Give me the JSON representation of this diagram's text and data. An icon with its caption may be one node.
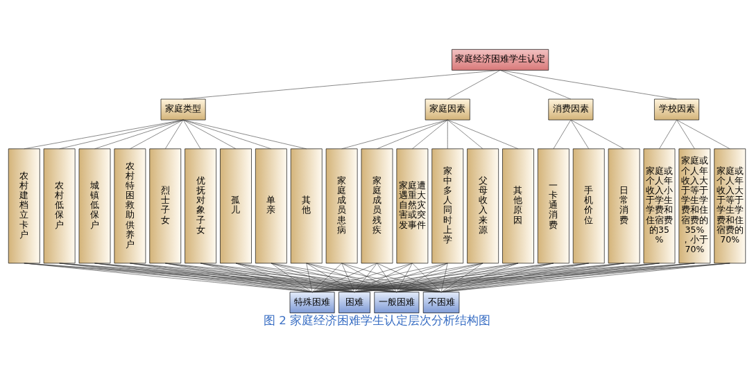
{
  "diagram": {
    "caption": "图 2 家庭经济困难学生认定层次分析结构图",
    "nodes": [
      {
        "text": [
          "家庭经济困难学生认定"
        ]
      },
      {
        "text": [
          "家庭类型"
        ]
      },
      {
        "text": [
          "农村建档立卡户"
        ]
      },
      {
        "text": [
          "农村低保户"
        ]
      },
      {
        "text": [
          "城镇低保户"
        ]
      },
      {
        "text": [
          "农村特困救助供养户"
        ]
      },
      {
        "text": [
          "烈士子女"
        ]
      },
      {
        "text": [
          "优抚对象子女"
        ]
      },
      {
        "text": [
          "孤儿"
        ]
      },
      {
        "text": [
          "单亲"
        ]
      },
      {
        "text": [
          "其他"
        ]
      },
      {
        "text": [
          "家庭因素"
        ]
      },
      {
        "text": [
          "家庭成员患病"
        ]
      },
      {
        "text": [
          "家庭成员残疾"
        ]
      },
      {
        "text": [
          "家庭遭遇重大自然灾害或突发事件"
        ]
      },
      {
        "text": [
          "家中多人同时上学"
        ]
      },
      {
        "text": [
          "父母收入来源"
        ]
      },
      {
        "text": [
          "其他原因"
        ]
      },
      {
        "text": [
          "消费因素"
        ]
      },
      {
        "text": [
          "一卡通消费"
        ]
      },
      {
        "text": [
          "手机价位"
        ]
      },
      {
        "text": [
          "日常消费"
        ]
      },
      {
        "text": [
          "学校因素"
        ]
      },
      {
        "text": [
          "家庭或个人年收入小于学生学费和住宿费的35%"
        ]
      },
      {
        "text": [
          "家庭或个人年收入大于等于学生学费和住宿费的35%，小于70%"
        ]
      },
      {
        "text": [
          "家庭或个人年收入大于等于学生学费和住宿费的70%"
        ]
      },
      {
        "text": [
          "特殊困难"
        ]
      },
      {
        "text": [
          "困难"
        ]
      },
      {
        "text": [
          "一般困难"
        ]
      },
      {
        "text": [
          "不困难"
        ]
      }
    ],
    "edges": [
      {
        "from": 0,
        "to": 1,
        "arrow": "none"
      },
      {
        "from": 0,
        "to": 11,
        "arrow": "none"
      },
      {
        "from": 0,
        "to": 18,
        "arrow": "none"
      },
      {
        "from": 0,
        "to": 22,
        "arrow": "none"
      },
      {
        "from": 1,
        "to": 2,
        "arrow": "none"
      },
      {
        "from": 1,
        "to": 3,
        "arrow": "none"
      },
      {
        "from": 1,
        "to": 4,
        "arrow": "none"
      },
      {
        "from": 1,
        "to": 5,
        "arrow": "none"
      },
      {
        "from": 1,
        "to": 6,
        "arrow": "none"
      },
      {
        "from": 1,
        "to": 7,
        "arrow": "none"
      },
      {
        "from": 1,
        "to": 8,
        "arrow": "none"
      },
      {
        "from": 1,
        "to": 9,
        "arrow": "none"
      },
      {
        "from": 1,
        "to": 10,
        "arrow": "none"
      },
      {
        "from": 11,
        "to": 12,
        "arrow": "none"
      },
      {
        "from": 11,
        "to": 13,
        "arrow": "none"
      },
      {
        "from": 11,
        "to": 14,
        "arrow": "none"
      },
      {
        "from": 11,
        "to": 15,
        "arrow": "none"
      },
      {
        "from": 11,
        "to": 16,
        "arrow": "none"
      },
      {
        "from": 11,
        "to": 17,
        "arrow": "none"
      },
      {
        "from": 18,
        "to": 19,
        "arrow": "none"
      },
      {
        "from": 18,
        "to": 20,
        "arrow": "none"
      },
      {
        "from": 18,
        "to": 21,
        "arrow": "none"
      },
      {
        "from": 22,
        "to": 23,
        "arrow": "none"
      },
      {
        "from": 22,
        "to": 24,
        "arrow": "none"
      },
      {
        "from": 22,
        "to": 25,
        "arrow": "none"
      },
      {
        "from": 2,
        "to": 26,
        "arrow": "none"
      },
      {
        "from": 2,
        "to": 27,
        "arrow": "none"
      },
      {
        "from": 2,
        "to": 28,
        "arrow": "none"
      },
      {
        "from": 2,
        "to": 29,
        "arrow": "none"
      },
      {
        "from": 3,
        "to": 26,
        "arrow": "none"
      },
      {
        "from": 3,
        "to": 27,
        "arrow": "none"
      },
      {
        "from": 3,
        "to": 28,
        "arrow": "none"
      },
      {
        "from": 3,
        "to": 29,
        "arrow": "none"
      },
      {
        "from": 4,
        "to": 26,
        "arrow": "none"
      },
      {
        "from": 4,
        "to": 27,
        "arrow": "none"
      },
      {
        "from": 4,
        "to": 28,
        "arrow": "none"
      },
      {
        "from": 4,
        "to": 29,
        "arrow": "none"
      },
      {
        "from": 5,
        "to": 26,
        "arrow": "none"
      },
      {
        "from": 5,
        "to": 27,
        "arrow": "none"
      },
      {
        "from": 5,
        "to": 28,
        "arrow": "none"
      },
      {
        "from": 5,
        "to": 29,
        "arrow": "none"
      },
      {
        "from": 6,
        "to": 26,
        "arrow": "none"
      },
      {
        "from": 6,
        "to": 27,
        "arrow": "none"
      },
      {
        "from": 6,
        "to": 28,
        "arrow": "none"
      },
      {
        "from": 6,
        "to": 29,
        "arrow": "none"
      },
      {
        "from": 7,
        "to": 26,
        "arrow": "none"
      },
      {
        "from": 7,
        "to": 27,
        "arrow": "none"
      },
      {
        "from": 7,
        "to": 28,
        "arrow": "none"
      },
      {
        "from": 7,
        "to": 29,
        "arrow": "none"
      },
      {
        "from": 8,
        "to": 26,
        "arrow": "none"
      },
      {
        "from": 8,
        "to": 27,
        "arrow": "none"
      },
      {
        "from": 8,
        "to": 28,
        "arrow": "none"
      },
      {
        "from": 8,
        "to": 29,
        "arrow": "none"
      },
      {
        "from": 9,
        "to": 26,
        "arrow": "none"
      },
      {
        "from": 9,
        "to": 27,
        "arrow": "none"
      },
      {
        "from": 9,
        "to": 28,
        "arrow": "none"
      },
      {
        "from": 9,
        "to": 29,
        "arrow": "none"
      },
      {
        "from": 10,
        "to": 26,
        "arrow": "none"
      },
      {
        "from": 10,
        "to": 27,
        "arrow": "none"
      },
      {
        "from": 10,
        "to": 28,
        "arrow": "none"
      },
      {
        "from": 10,
        "to": 29,
        "arrow": "none"
      },
      {
        "from": 12,
        "to": 26,
        "arrow": "none"
      },
      {
        "from": 12,
        "to": 27,
        "arrow": "none"
      },
      {
        "from": 12,
        "to": 28,
        "arrow": "none"
      },
      {
        "from": 12,
        "to": 29,
        "arrow": "none"
      },
      {
        "from": 13,
        "to": 26,
        "arrow": "none"
      },
      {
        "from": 13,
        "to": 27,
        "arrow": "none"
      },
      {
        "from": 13,
        "to": 28,
        "arrow": "none"
      },
      {
        "from": 13,
        "to": 29,
        "arrow": "none"
      },
      {
        "from": 14,
        "to": 26,
        "arrow": "none"
      },
      {
        "from": 14,
        "to": 27,
        "arrow": "none"
      },
      {
        "from": 14,
        "to": 28,
        "arrow": "none"
      },
      {
        "from": 14,
        "to": 29,
        "arrow": "none"
      },
      {
        "from": 15,
        "to": 26,
        "arrow": "none"
      },
      {
        "from": 15,
        "to": 27,
        "arrow": "none"
      },
      {
        "from": 15,
        "to": 28,
        "arrow": "none"
      },
      {
        "from": 15,
        "to": 29,
        "arrow": "none"
      },
      {
        "from": 16,
        "to": 26,
        "arrow": "none"
      },
      {
        "from": 16,
        "to": 27,
        "arrow": "none"
      },
      {
        "from": 16,
        "to": 28,
        "arrow": "none"
      },
      {
        "from": 16,
        "to": 29,
        "arrow": "none"
      },
      {
        "from": 17,
        "to": 26,
        "arrow": "none"
      },
      {
        "from": 17,
        "to": 27,
        "arrow": "none"
      },
      {
        "from": 17,
        "to": 28,
        "arrow": "none"
      },
      {
        "from": 17,
        "to": 29,
        "arrow": "none"
      },
      {
        "from": 19,
        "to": 26,
        "arrow": "none"
      },
      {
        "from": 19,
        "to": 27,
        "arrow": "none"
      },
      {
        "from": 19,
        "to": 28,
        "arrow": "none"
      },
      {
        "from": 19,
        "to": 29,
        "arrow": "none"
      },
      {
        "from": 20,
        "to": 26,
        "arrow": "none"
      },
      {
        "from": 20,
        "to": 27,
        "arrow": "none"
      },
      {
        "from": 20,
        "to": 28,
        "arrow": "none"
      },
      {
        "from": 20,
        "to": 29,
        "arrow": "none"
      },
      {
        "from": 21,
        "to": 26,
        "arrow": "none"
      },
      {
        "from": 21,
        "to": 27,
        "arrow": "none"
      },
      {
        "from": 21,
        "to": 28,
        "arrow": "none"
      },
      {
        "from": 21,
        "to": 29,
        "arrow": "none"
      },
      {
        "from": 23,
        "to": 26,
        "arrow": "none"
      },
      {
        "from": 23,
        "to": 27,
        "arrow": "none"
      },
      {
        "from": 23,
        "to": 28,
        "arrow": "none"
      },
      {
        "from": 23,
        "to": 29,
        "arrow": "none"
      },
      {
        "from": 24,
        "to": 26,
        "arrow": "none"
      },
      {
        "from": 24,
        "to": 27,
        "arrow": "none"
      },
      {
        "from": 24,
        "to": 28,
        "arrow": "none"
      },
      {
        "from": 24,
        "to": 29,
        "arrow": "none"
      },
      {
        "from": 25,
        "to": 26,
        "arrow": "none"
      },
      {
        "from": 25,
        "to": 27,
        "arrow": "none"
      },
      {
        "from": 25,
        "to": 28,
        "arrow": "none"
      },
      {
        "from": 25,
        "to": 29,
        "arrow": "none"
      }
    ]
  }
}
